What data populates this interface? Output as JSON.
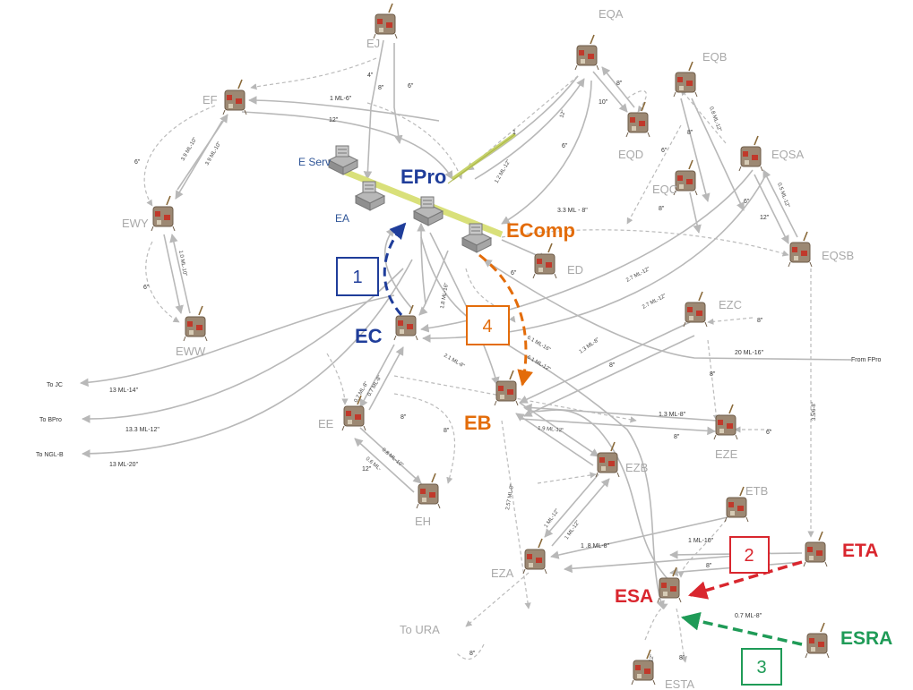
{
  "nodes": {
    "EJ": "EJ",
    "EQA": "EQA",
    "EQB": "EQB",
    "EF": "EF",
    "EQD": "EQD",
    "EServ": "E Serv",
    "EPro": "EPro",
    "EQSA": "EQSA",
    "EQC": "EQC",
    "EA": "EA",
    "EWY": "EWY",
    "EComp": "EComp",
    "EQSB": "EQSB",
    "ED": "ED",
    "EZC": "EZC",
    "EWW": "EWW",
    "EC": "EC",
    "EB": "EB",
    "EE": "EE",
    "EZE": "EZE",
    "EZB": "EZB",
    "EH": "EH",
    "ETB": "ETB",
    "ETA": "ETA",
    "EZA": "EZA",
    "ESA": "ESA",
    "ESRA": "ESRA",
    "ESTA": "ESTA"
  },
  "external_links": {
    "to_jc": "To JC",
    "to_bpro": "To BPro",
    "to_ngl": "To NGL-B",
    "to_ura": "To URA",
    "from_fpro": "From FPro"
  },
  "edge_labels": {
    "e1": "1 ML-6\"",
    "e2": "12\"",
    "e3": "4\"",
    "e4": "8\"",
    "e5": "6\"",
    "e6": "3.9 ML-10\"",
    "e7": "3.9 ML-10\"",
    "e8": "1.2 ML-12\"",
    "e9": "12\"",
    "e10": "6\"",
    "e11": "8\"",
    "e12": "10\"",
    "e13": "0.8 ML-12\"",
    "e14": "8\"",
    "e15": "6\"",
    "e16": "0.5 ML-12\"",
    "e17": "12\"",
    "e18": "6\"",
    "e19": "3.3 ML - 8\"",
    "e20": "8\"",
    "e21": "6\"",
    "e22": "1.0 ML-10\"",
    "e23": "6\"",
    "e24": "2.7 ML-12\"",
    "e25": "2.7 ML-12\"",
    "e26": "1.8 ML-16\"",
    "e27": "6\"",
    "e28": "13 ML-14\"",
    "e29": "13.3 ML-12\"",
    "e30": "13 ML-20\"",
    "e31": "0.7 ML-8\"",
    "e32": "0.7 ML-8\"",
    "e33": "2.1 ML-8\"",
    "e34": "6.1 ML-16\"",
    "e35": "6.1 ML-12\"",
    "e36": "1.3 ML-8\"",
    "e37": "8\"",
    "e38": "20 ML-16\"",
    "e39": "8\"",
    "e40": "8\"",
    "e41": "3.5/6-8\"",
    "e42": "1.3 ML-8\"",
    "e43": "1.9 ML-12\"",
    "e44": "8\"",
    "e45": "6\"",
    "e46": "8\"",
    "e47": "0.8 ML-10\"",
    "e48": "0.6 ML-",
    "e49": "12\"",
    "e50": "8\"",
    "e51": "2.57 ML-8\"",
    "e52": "1 ML-12\"",
    "e53": "1 ML-12\"",
    "e54": "1 ML-10\"",
    "e55": "1 .8 ML-8\"",
    "e56": "8\"",
    "e57": "0.7 ML-8\"",
    "e58": "8\"",
    "e59": "8\"",
    "e60": "12\"",
    "e61": "1"
  },
  "markers": {
    "m1": "1",
    "m2": "2",
    "m3": "3",
    "m4": "4"
  },
  "colors": {
    "blue": "#1f3d9a",
    "orange": "#e36c0a",
    "red": "#d9262e",
    "green": "#1f9b57",
    "gray": "#a9a9a9",
    "yellow": "#d9e07a"
  },
  "icons": {
    "tank": "tank-icon",
    "building": "building-icon"
  }
}
